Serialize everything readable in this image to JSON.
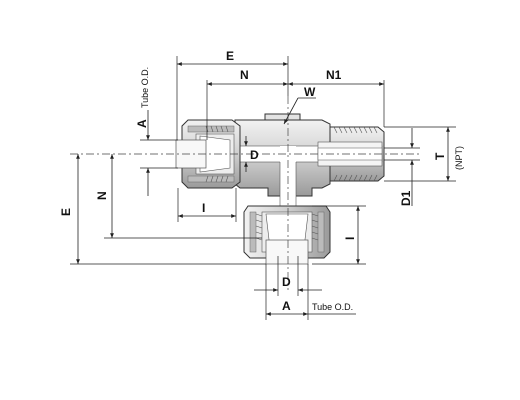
{
  "labels": {
    "E_top": "E",
    "N_top": "N",
    "N1_top": "N1",
    "W": "W",
    "A_left": "A",
    "tube_od_left": "Tube O.D.",
    "D_center": "D",
    "T": "T",
    "npt": "(NPT)",
    "D1": "D1",
    "E_left": "E",
    "N_left": "N",
    "I_left": "I",
    "I_right": "I",
    "D_bottom": "D",
    "A_bottom": "A",
    "tube_od_bottom": "Tube O.D."
  },
  "colors": {
    "body_fill": "#d9d9d9",
    "nut_fill": "#c8c8c8",
    "line": "#222222"
  }
}
